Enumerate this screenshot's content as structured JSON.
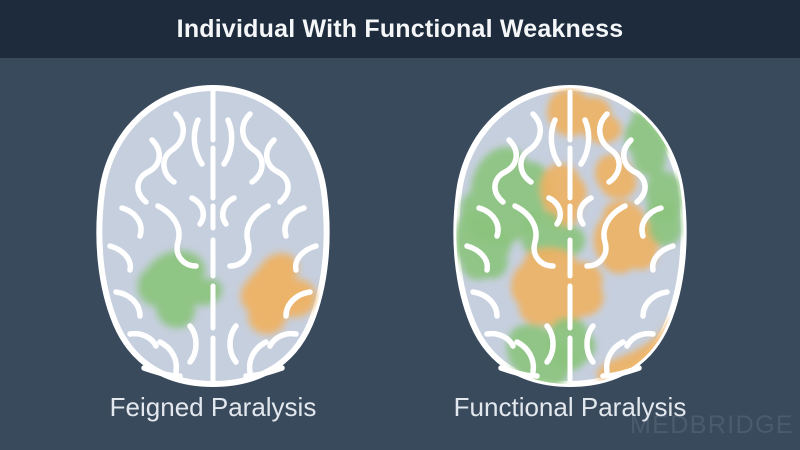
{
  "header": {
    "title": "Individual With Functional Weakness",
    "background_color": "#1d2b3c",
    "text_color": "#f4f6f8"
  },
  "slide": {
    "background_color": "#3a4a5d",
    "watermark": "MEDBRIDGE"
  },
  "legend_colors": {
    "brain_fill": "#c6cfde",
    "sulci_stroke": "#ffffff",
    "activation_green": "#8cc47f",
    "activation_orange": "#eeb264"
  },
  "panels": [
    {
      "id": "feigned",
      "caption": "Feigned Paralysis",
      "diagram": "axial-brain-top-view",
      "activation_summary": {
        "green_regions": 1,
        "orange_regions": 1,
        "description": "Two small isolated activation patches, one green in the left hemisphere and one orange in the right hemisphere."
      }
    },
    {
      "id": "functional",
      "caption": "Functional Paralysis",
      "diagram": "axial-brain-top-view",
      "activation_summary": {
        "green_regions": 8,
        "orange_regions": 11,
        "description": "Widespread green and orange activation patches distributed across both hemispheres, anterior to posterior."
      }
    }
  ]
}
